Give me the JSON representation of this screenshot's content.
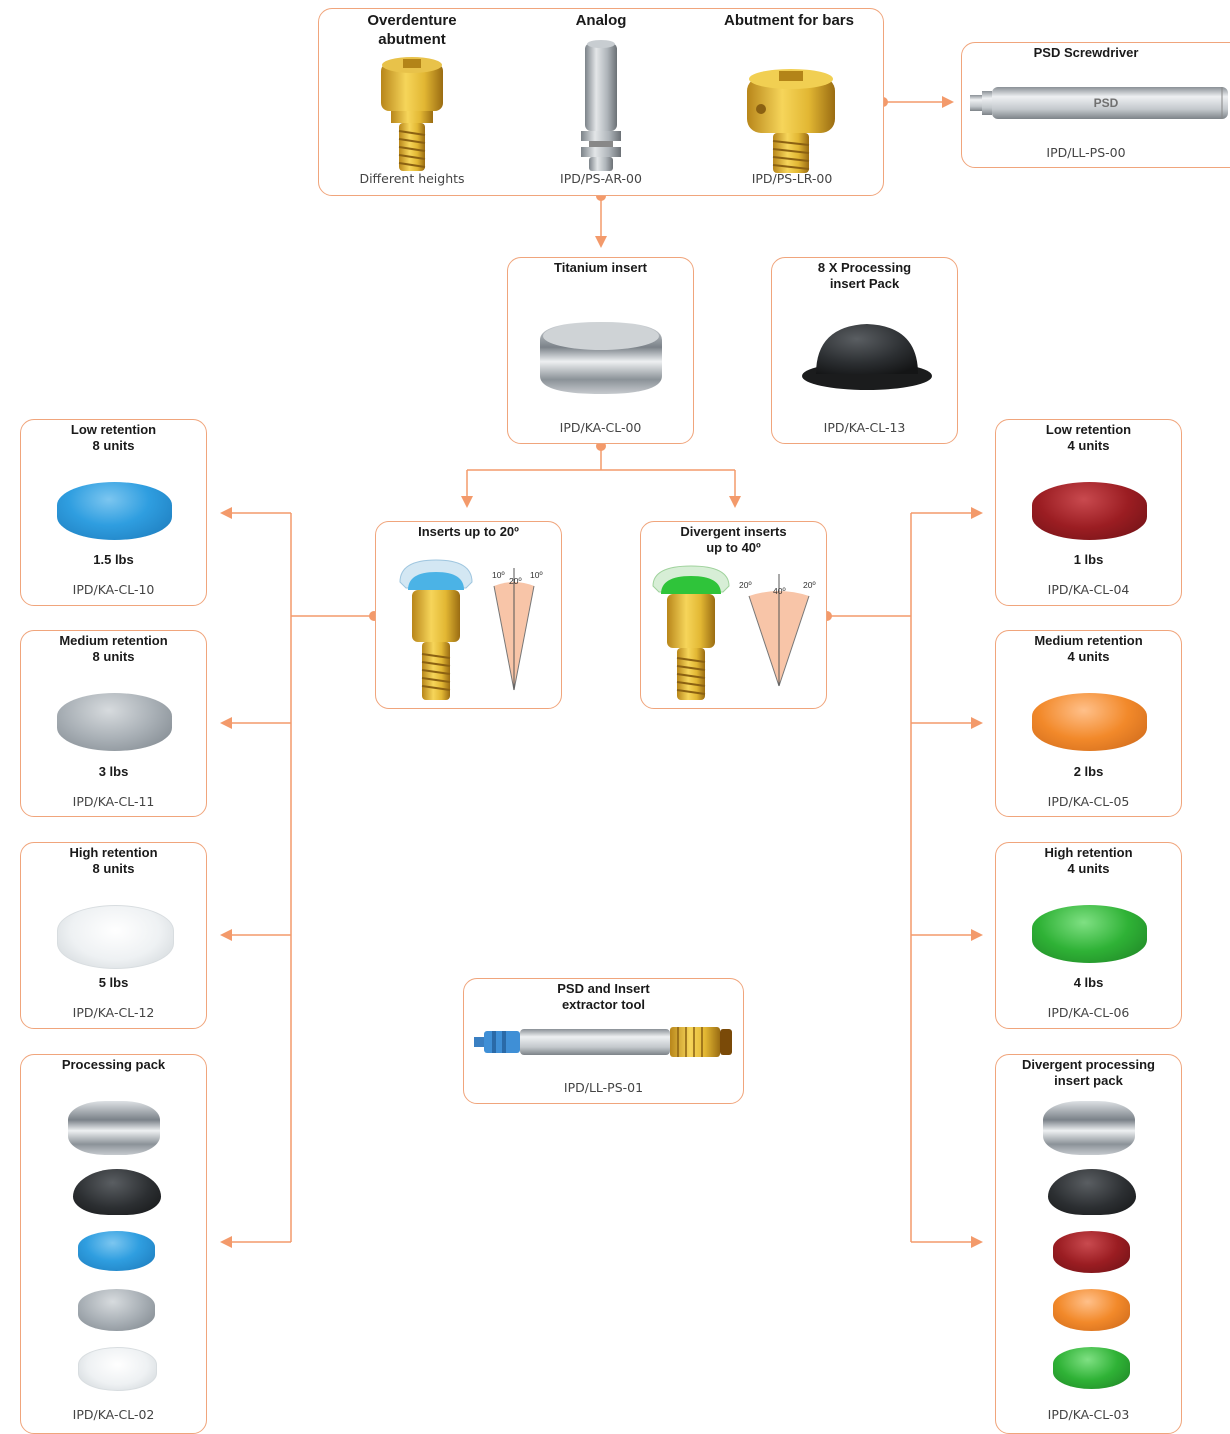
{
  "top": {
    "overdenture_title": "Overdenture\nabutment",
    "overdenture_sub": "Different heights",
    "analog_title": "Analog",
    "analog_code": "IPD/PS-AR-00",
    "bars_title": "Abutment for bars",
    "bars_code": "IPD/PS-LR-00"
  },
  "screwdriver": {
    "title": "PSD Screwdriver",
    "label": "PSD",
    "code": "IPD/LL-PS-00"
  },
  "titanium": {
    "title": "Titanium insert",
    "code": "IPD/KA-CL-00"
  },
  "processing8": {
    "title": "8 X Processing\ninsert Pack",
    "code": "IPD/KA-CL-13"
  },
  "inserts20": {
    "title": "Inserts up to 20º",
    "a1": "10º",
    "a2": "20º",
    "a3": "10º"
  },
  "divergent40": {
    "title": "Divergent inserts\nup to 40º",
    "a1": "20º",
    "a2": "40º",
    "a3": "20º"
  },
  "left": [
    {
      "title": "Low retention\n8 units",
      "weight": "1.5 lbs",
      "code": "IPD/KA-CL-10",
      "color": "#2f9ee0"
    },
    {
      "title": "Medium retention\n8 units",
      "weight": "3 lbs",
      "code": "IPD/KA-CL-11",
      "color": "#a9b0b6"
    },
    {
      "title": "High retention\n8 units",
      "weight": "5 lbs",
      "code": "IPD/KA-CL-12",
      "color": "#eef1f3"
    }
  ],
  "right": [
    {
      "title": "Low retention\n4 units",
      "weight": "1 lbs",
      "code": "IPD/KA-CL-04",
      "color": "#9b1d22"
    },
    {
      "title": "Medium retention\n4 units",
      "weight": "2 lbs",
      "code": "IPD/KA-CL-05",
      "color": "#f2892a"
    },
    {
      "title": "High retention\n4 units",
      "weight": "4 lbs",
      "code": "IPD/KA-CL-06",
      "color": "#2fb236"
    }
  ],
  "processing_pack": {
    "title": "Processing pack",
    "code": "IPD/KA-CL-02"
  },
  "divergent_pack": {
    "title": "Divergent processing\ninsert pack",
    "code": "IPD/KA-CL-03"
  },
  "extractor": {
    "title": "PSD and Insert\nextractor tool",
    "code": "IPD/LL-PS-01"
  },
  "colors": {
    "accent": "#f0a57c",
    "connector": "#f39a6b"
  }
}
